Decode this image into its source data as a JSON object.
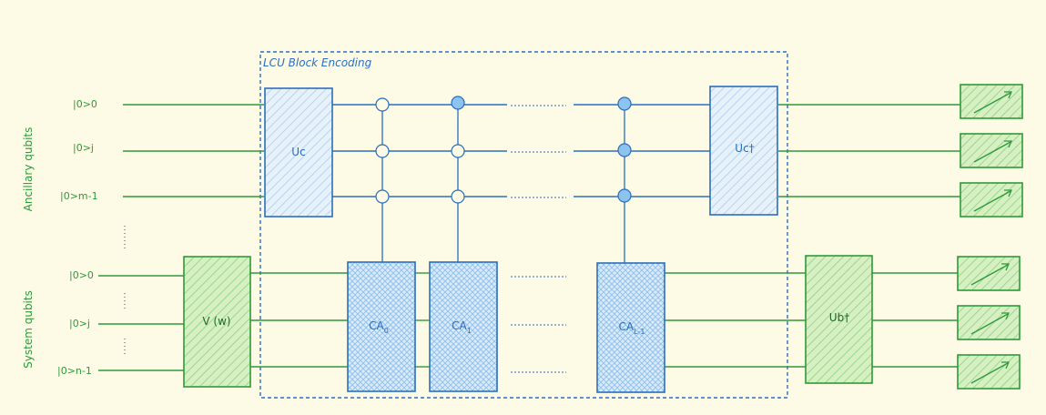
{
  "title": "LCU Block Encoding",
  "groups": {
    "ancilla": "Ancillary qubits",
    "system": "System qubits"
  },
  "ancilla_labels": [
    "|0>0",
    "|0>j",
    "|0>m-1"
  ],
  "system_labels": [
    "|0>0",
    "|0>j",
    "|0>n-1"
  ],
  "gates": {
    "uc": "Uc",
    "uc_dagger": "Uc†",
    "v": "V (w)",
    "ub_dagger": "Ub†",
    "ca": [
      {
        "base": "CA",
        "sub": "0"
      },
      {
        "base": "CA",
        "sub": "1"
      },
      {
        "base": "CA",
        "sub": "L-1"
      }
    ]
  },
  "colors": {
    "background": "#fdfbe6",
    "green": "#2e9a3a",
    "green_fill": "#c9ecb4",
    "blue": "#2a6fbd",
    "blue_fill": "#cfe4f7",
    "blue_dot": "#8fc3ef"
  }
}
